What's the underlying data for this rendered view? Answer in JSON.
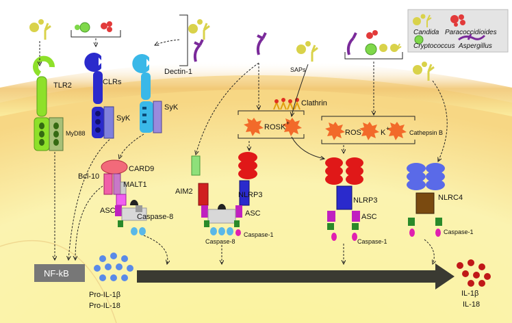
{
  "legend": {
    "candida": "Candida",
    "paracoccidioides": "Paracoccidioides",
    "cryptococcus": "Cryptococcus",
    "aspergillus": "Aspergillus"
  },
  "receptors": {
    "tlr2": "TLR2",
    "myd88": "MyD88",
    "clrs": "CLRs",
    "syk1": "SyK",
    "dectin1": "Dectin-1",
    "syk2": "SyK",
    "card9": "CARD9",
    "bcl10": "Bcl-10",
    "malt1": "MALT1",
    "asc1": "ASC",
    "caspase8_a": "Caspase-8",
    "aim2": "AIM2",
    "nlrp3_a": "NLRP3",
    "asc2": "ASC",
    "caspase8_b": "Caspase-8",
    "caspase1_a": "Caspase-1",
    "saps": "SAPs",
    "clathrin": "Clathrin",
    "ros1": "ROS",
    "k1": "K",
    "ros2": "ROS",
    "k2": "K",
    "cathepsin": "Cathepsin B",
    "nlrp3_b": "NLRP3",
    "asc3": "ASC",
    "caspase1_b": "Caspase-1",
    "nlrc4": "NLRC4",
    "caspase1_c": "Caspase-1"
  },
  "outputs": {
    "nfkb": "NF-kB",
    "pro_il1b": "Pro-IL-1β",
    "pro_il18": "Pro-IL-18",
    "il1b": "IL-1β",
    "il18": "IL-18"
  },
  "colors": {
    "candida": "#d9d24a",
    "cryptococcus": "#7fd84a",
    "paracoccidioides": "#e23a3a",
    "aspergillus": "#7a2a9a",
    "tlr2": "#8ee02a",
    "clr": "#2a2acc",
    "dectin": "#3ab8e8",
    "nlrp3": "#e01818",
    "nlrc4": "#5a6ae8",
    "arrow": "#3a3a32"
  }
}
